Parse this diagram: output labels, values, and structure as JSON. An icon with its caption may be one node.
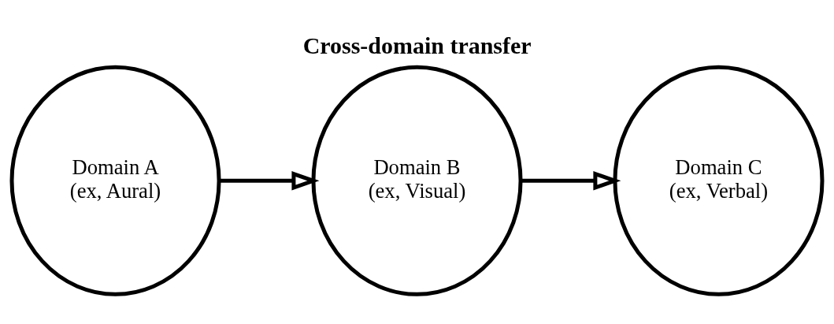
{
  "diagram": {
    "title": "Cross-domain transfer",
    "nodes": [
      {
        "text": [
          "Domain A",
          "(ex, Aural)"
        ]
      },
      {
        "text": [
          "Domain B",
          "(ex, Visual)"
        ]
      },
      {
        "text": [
          "Domain C",
          "(ex, Verbal)"
        ]
      }
    ],
    "edges": [
      {
        "from": 0,
        "to": 1,
        "arrow": "to"
      },
      {
        "from": 1,
        "to": 2,
        "arrow": "to"
      }
    ]
  }
}
